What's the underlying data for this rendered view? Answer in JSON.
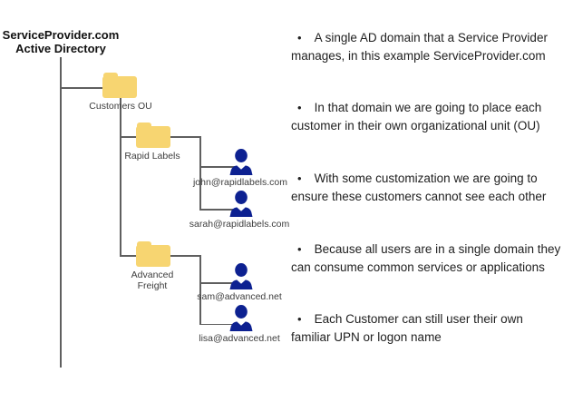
{
  "diagram": {
    "title": {
      "line1": "ServiceProvider.com",
      "line2": "Active Directory"
    },
    "folders": [
      {
        "id": "customers-ou",
        "label": "Customers OU"
      },
      {
        "id": "rapid-labels",
        "label": "Rapid Labels"
      },
      {
        "id": "advanced-freight",
        "label_line1": "Advanced",
        "label_line2": "Freight"
      }
    ],
    "users": [
      {
        "label": "john@rapidlabels.com"
      },
      {
        "label": "sarah@rapidlabels.com"
      },
      {
        "label": "sam@advanced.net"
      },
      {
        "label": "lisa@advanced.net"
      }
    ],
    "colors": {
      "folder": "#F7D571",
      "user": "#0D2191",
      "connector": "#5F5F5F"
    }
  },
  "notes": {
    "bullet_glyph": "•",
    "bullets": [
      "A single AD domain that a Service Provider manages, in this example ServiceProvider.com",
      "In that domain we are going to place each customer in their own organizational unit (OU)",
      "With some customization we are going to ensure these customers cannot see each other",
      "Because all users are in a single domain they can consume common services or applications",
      "Each Customer can still user their own familiar UPN or logon name"
    ]
  }
}
